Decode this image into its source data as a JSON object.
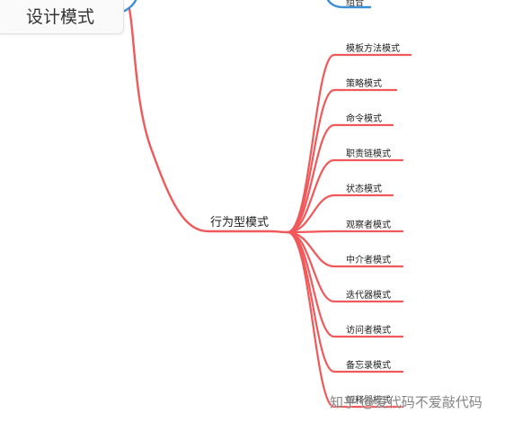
{
  "root": {
    "label": "设计模式"
  },
  "top_partial_leaf": {
    "label": "组合"
  },
  "branch": {
    "label": "行为型模式"
  },
  "leaves": [
    "模板方法模式",
    "策略模式",
    "命令模式",
    "职责链模式",
    "状态模式",
    "观察者模式",
    "中介者模式",
    "迭代器模式",
    "访问者模式",
    "备忘录模式",
    "解释器模式"
  ],
  "watermark": "知乎 @爱代码不爱敲代码",
  "colors": {
    "behavior_branch": "#f0585a",
    "structure_branch": "#3a8fd6"
  }
}
